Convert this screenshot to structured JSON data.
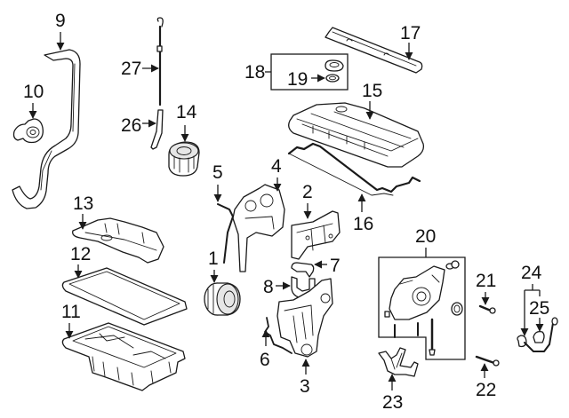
{
  "diagram": {
    "type": "exploded-parts-diagram",
    "background": "#ffffff",
    "line_color": "#1a1a1a",
    "callouts": [
      {
        "id": "1",
        "label": "1",
        "part": "crankshaft-pulley"
      },
      {
        "id": "2",
        "label": "2",
        "part": "timing-cover-middle"
      },
      {
        "id": "3",
        "label": "3",
        "part": "timing-cover-lower"
      },
      {
        "id": "4",
        "label": "4",
        "part": "timing-cover-upper"
      },
      {
        "id": "5",
        "label": "5",
        "part": "timing-cover-seal-upper"
      },
      {
        "id": "6",
        "label": "6",
        "part": "timing-cover-seal-lower"
      },
      {
        "id": "7",
        "label": "7",
        "part": "engine-mount-bracket-upper"
      },
      {
        "id": "8",
        "label": "8",
        "part": "engine-mount-bracket-lower"
      },
      {
        "id": "9",
        "label": "9",
        "part": "timing-belt"
      },
      {
        "id": "10",
        "label": "10",
        "part": "belt-tensioner"
      },
      {
        "id": "11",
        "label": "11",
        "part": "oil-pan"
      },
      {
        "id": "12",
        "label": "12",
        "part": "oil-pan-gasket"
      },
      {
        "id": "13",
        "label": "13",
        "part": "oil-baffle-plate"
      },
      {
        "id": "14",
        "label": "14",
        "part": "oil-filter"
      },
      {
        "id": "15",
        "label": "15",
        "part": "valve-cover"
      },
      {
        "id": "16",
        "label": "16",
        "part": "valve-cover-gasket"
      },
      {
        "id": "17",
        "label": "17",
        "part": "spark-plug-cover"
      },
      {
        "id": "18",
        "label": "18",
        "part": "oil-filler-cap-assembly"
      },
      {
        "id": "19",
        "label": "19",
        "part": "filler-cap-seal"
      },
      {
        "id": "20",
        "label": "20",
        "part": "oil-pump-assembly"
      },
      {
        "id": "21",
        "label": "21",
        "part": "bolt-short"
      },
      {
        "id": "22",
        "label": "22",
        "part": "bolt-long"
      },
      {
        "id": "23",
        "label": "23",
        "part": "oil-pickup-tube"
      },
      {
        "id": "24",
        "label": "24",
        "part": "oil-pressure-sensor-harness"
      },
      {
        "id": "25",
        "label": "25",
        "part": "sensor-connector"
      },
      {
        "id": "26",
        "label": "26",
        "part": "dipstick-tube"
      },
      {
        "id": "27",
        "label": "27",
        "part": "dipstick"
      }
    ]
  }
}
